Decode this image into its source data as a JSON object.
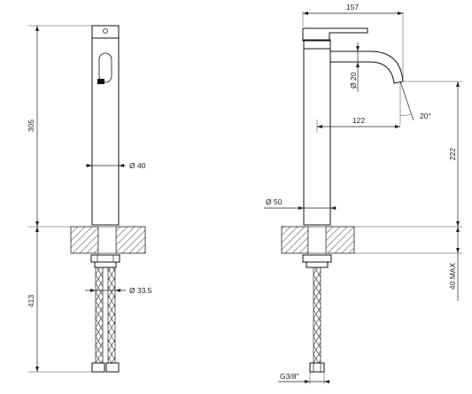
{
  "dimensions": {
    "height_spout_top": "305",
    "height_below_counter": "413",
    "diameter_body": "Ø 40",
    "diameter_tail": "Ø 33.5",
    "width_total": "157",
    "diameter_spout": "Ø 20",
    "reach_spout": "122",
    "angle_spout": "20°",
    "height_spout_outlet": "222",
    "diameter_base": "Ø 50",
    "max_counter_thickness": "40 MAX",
    "hose_thread": "G3/8\""
  }
}
